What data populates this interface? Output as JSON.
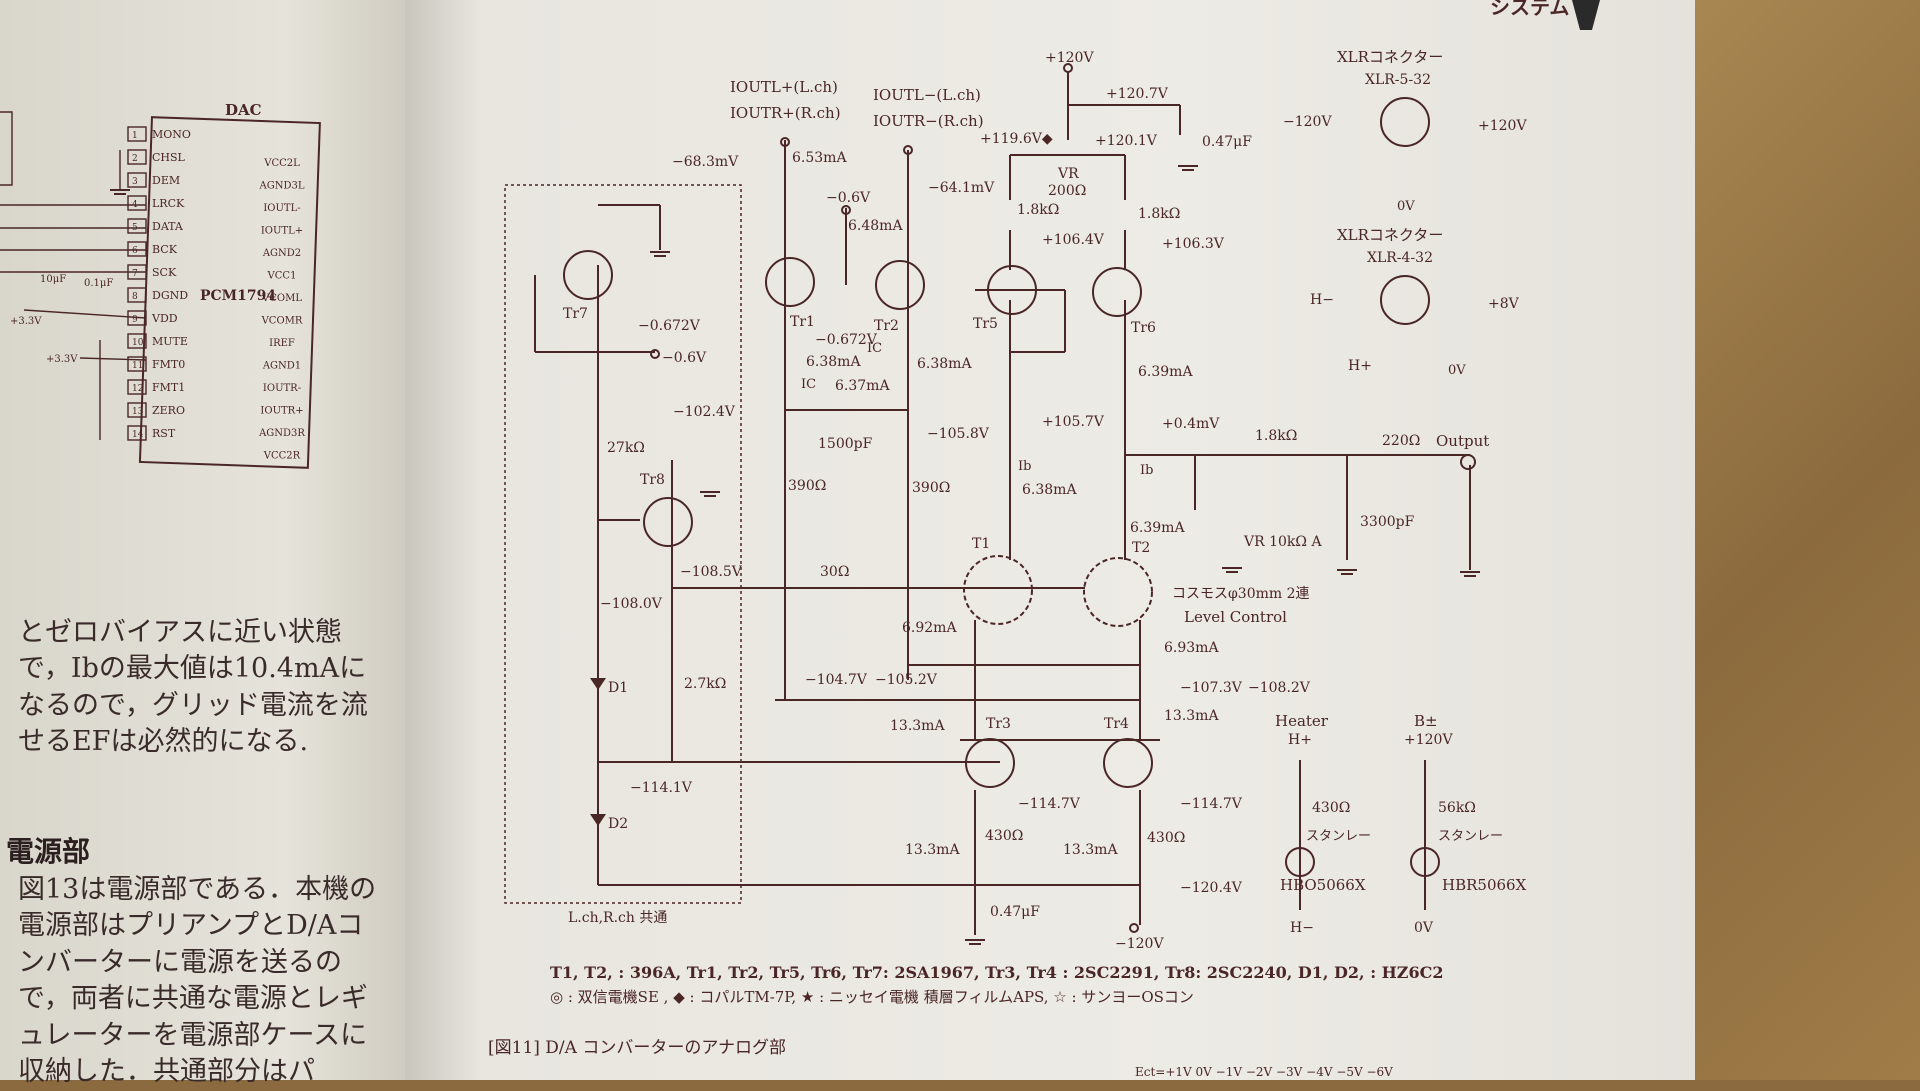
{
  "left_page": {
    "para1": "とゼロバイアスに近い状態で，Ibの最大値は10.4mAになるので，グリッド電流を流せるEFは必然的になる.",
    "section_title": "電源部",
    "para2": "図13は電源部である．本機の電源部はプリアンプとD/Aコンバーターに電源を送るので，両者に共通な電源とレギュレーターを電源部ケースに収納した．共通部分はパ"
  },
  "dac": {
    "title": "DAC",
    "chip": "PCM1794",
    "left_pins": [
      "MONO",
      "CHSL",
      "DEM",
      "LRCK",
      "DATA",
      "BCK",
      "SCK",
      "DGND",
      "VDD",
      "MUTE",
      "FMT0",
      "FMT1",
      "ZERO",
      "RST"
    ],
    "right_pins": [
      "VCC2L",
      "AGND3L",
      "IOUTL-",
      "IOUTL+",
      "AGND2",
      "VCC1",
      "VCOML",
      "VCOMR",
      "IREF",
      "AGND1",
      "IOUTR-",
      "IOUTR+",
      "AGND3R",
      "VCC2R"
    ],
    "caps": [
      "10μF",
      "0.1μF"
    ],
    "supply_a": "+3.3V",
    "supply_b": "+3.3V"
  },
  "labels": {
    "iout_lp": "IOUTL+(L.ch)",
    "iout_rp": "IOUTR+(R.ch)",
    "iout_lm": "IOUTL−(L.ch)",
    "iout_rm": "IOUTR−(R.ch)",
    "v_p120": "+120V",
    "v_p120_7": "+120.7V",
    "v_119_6": "+119.6V◆",
    "v_120_1": "+120.1V",
    "cap_047a": "0.47μF",
    "vr": "VR",
    "vr_val": "200Ω",
    "v_m68": "−68.3mV",
    "v_m64": "−64.1mV",
    "i_653": "6.53mA",
    "v_m06a": "−0.6V",
    "i_648": "6.48mA",
    "r18a": "1.8kΩ",
    "r18b": "1.8kΩ",
    "v_1064": "+106.4V",
    "v_1063": "+106.3V",
    "tr7": "Tr7",
    "tr1": "Tr1",
    "tr2": "Tr2",
    "tr5": "Tr5",
    "tr6": "Tr6",
    "tr8": "Tr8",
    "tr3": "Tr3",
    "tr4": "Tr4",
    "t1": "T1",
    "t2": "T2",
    "v_m0672a": "−0.672V",
    "v_m06b": "−0.6V",
    "v_m0672b": "−0.672V",
    "ic_a": "IC",
    "ic_b": "IC",
    "i_638a": "6.38mA",
    "i_637": "6.37mA",
    "i_638b": "6.38mA",
    "i_639a": "6.39mA",
    "v_m1024": "−102.4V",
    "c1500": "1500pF",
    "v_m1058": "−105.8V",
    "v_1057": "+105.7V",
    "v_04m": "+0.4mV",
    "r27k": "27kΩ",
    "r390a": "390Ω",
    "r390b": "390Ω",
    "ib_a": "Ib",
    "ib_b": "Ib",
    "i_638c": "6.38mA",
    "i_639b": "6.39mA",
    "r18c": "1.8kΩ",
    "r220": "220Ω",
    "output": "Output",
    "vr10k": "VR 10kΩ A",
    "c3300": "3300pF",
    "v_m1085": "−108.5V",
    "r30": "30Ω",
    "v_m1080": "−108.0V",
    "kosmos": "コスモスφ30mm 2連",
    "level": "Level Control",
    "i_692": "6.92mA",
    "i_693": "6.93mA",
    "v_m1047": "−104.7V",
    "v_m1052": "−105.2V",
    "v_m1073": "−107.3V",
    "v_m1082": "−108.2V",
    "d1": "D1",
    "r27k2": "2.7kΩ",
    "i_133a": "13.3mA",
    "i_133b": "13.3mA",
    "v_m1141": "−114.1V",
    "d2": "D2",
    "v_m1147a": "−114.7V",
    "v_m1147b": "−114.7V",
    "i_133c": "13.3mA",
    "r430a": "430Ω",
    "i_133d": "13.3mA",
    "r430b": "430Ω",
    "v_m1204": "−120.4V",
    "cap_047b": "0.47μF",
    "v_m120": "−120V",
    "lr_common": "L.ch,R.ch 共通",
    "xlr5_title": "XLRコネクター",
    "xlr5_model": "XLR-5-32",
    "xlr5_m120": "−120V",
    "xlr5_p120": "+120V",
    "xlr5_0v": "0V",
    "xlr4_title": "XLRコネクター",
    "xlr4_model": "XLR-4-32",
    "xlr4_hm": "H−",
    "xlr4_p8": "+8V",
    "xlr4_hp": "H+",
    "xlr4_0v": "0V",
    "heater": "Heater",
    "heater_hp": "H+",
    "r430c": "430Ω",
    "stanley1": "スタンレー",
    "hbo": "HBO5066X",
    "heater_hm": "H−",
    "bpm": "B±",
    "bpm_v": "+120V",
    "r56k": "56kΩ",
    "stanley2": "スタンレー",
    "hbr": "HBR5066X",
    "bpm_0v": "0V"
  },
  "legend": {
    "line1": "T1, T2, : 396A, Tr1, Tr2, Tr5, Tr6, Tr7: 2SA1967, Tr3, Tr4 : 2SC2291, Tr8: 2SC2240, D1, D2, : HZ6C2",
    "line2": "◎ : 双信電機SE , ◆ : コパルTM-7P, ★ : ニッセイ電機  積層フィルムAPS, ☆ : サンヨーOSコン"
  },
  "caption": "[図11] D/A コンバーターのアナログ部",
  "bottom_scale": "Ect=+1V   0V  −1V  −2V  −3V  −4V  −5V    −6V",
  "header_fragment": "システム"
}
